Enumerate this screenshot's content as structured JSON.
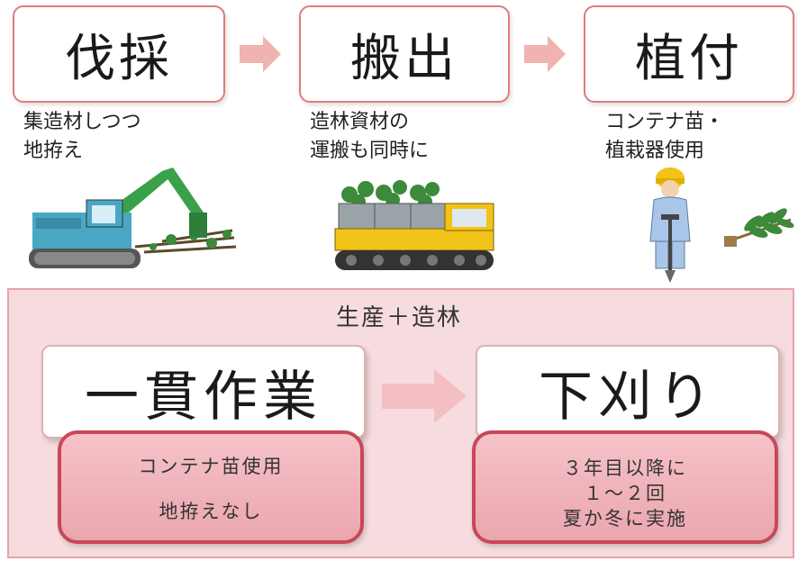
{
  "steps": [
    {
      "label": "伐採",
      "desc": "集造材しつつ\n地拵え",
      "illustration": "excavator-icon"
    },
    {
      "label": "搬出",
      "desc": "造林資材の\n運搬も同時に",
      "illustration": "forwarder-icon"
    },
    {
      "label": "植付",
      "desc": "コンテナ苗・\n植栽器使用",
      "illustration": "planting-worker-icon"
    }
  ],
  "panel": {
    "title": "生産＋造林",
    "left": {
      "label": "一貫作業",
      "notes": [
        "コンテナ苗使用",
        "地拵えなし"
      ]
    },
    "right": {
      "label": "下刈り",
      "notes": [
        "３年目以降に",
        "１～２回",
        "夏か冬に実施"
      ]
    }
  },
  "colors": {
    "box_border": "#e07b7b",
    "arrow": "#f0b3b0",
    "panel_bg": "#f7dcdf",
    "sub_box_border": "#c9475a",
    "sub_box_fill": "#f2b6bd"
  }
}
